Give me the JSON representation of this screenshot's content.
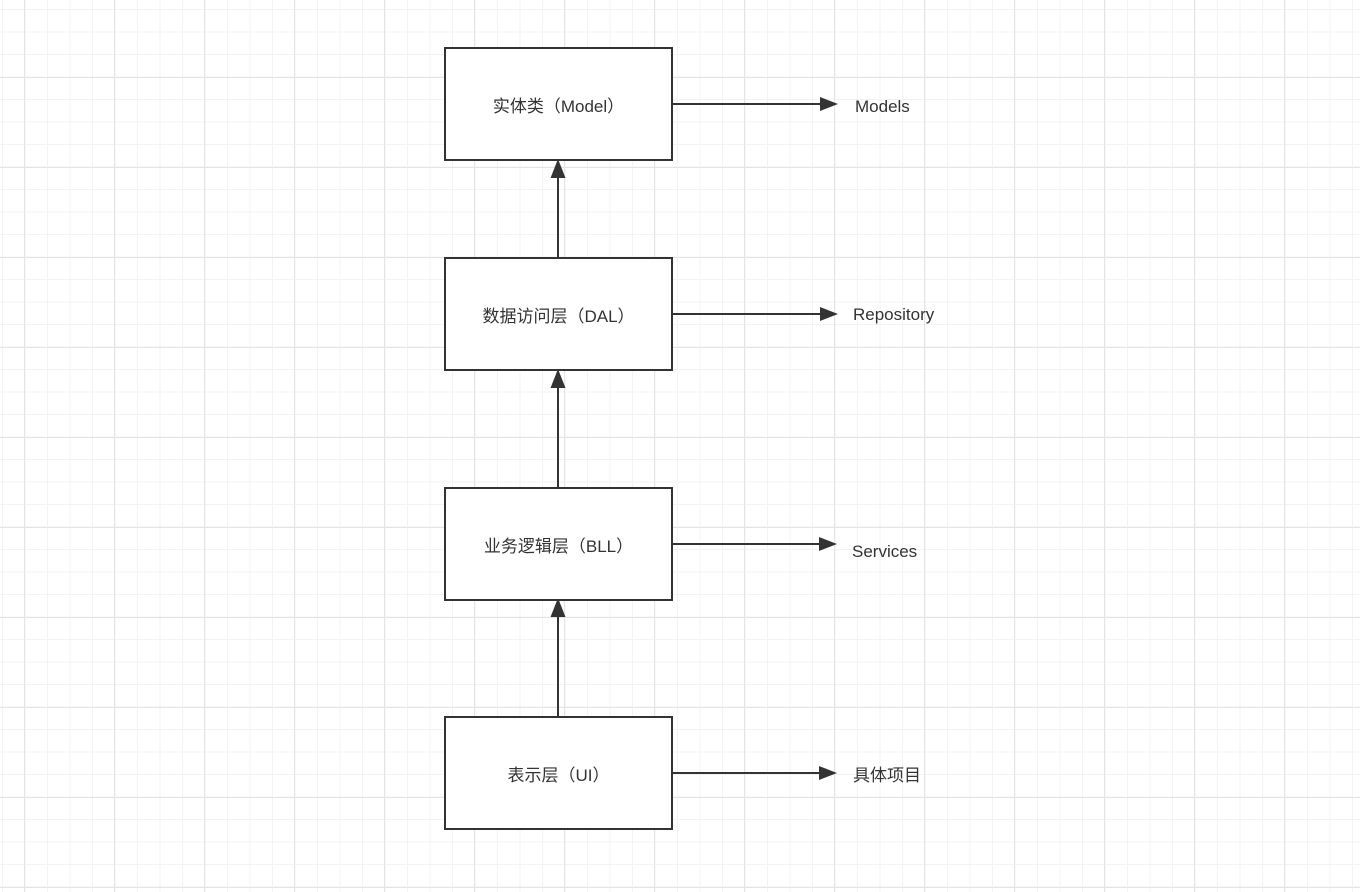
{
  "diagram": {
    "title": "layered-architecture-diagram",
    "layers": [
      {
        "id": "model",
        "box_label": "实体类（Model）",
        "side_label": "Models"
      },
      {
        "id": "dal",
        "box_label": "数据访问层（DAL）",
        "side_label": "Repository"
      },
      {
        "id": "bll",
        "box_label": "业务逻辑层（BLL）",
        "side_label": "Services"
      },
      {
        "id": "ui",
        "box_label": "表示层（UI）",
        "side_label": "具体项目"
      }
    ],
    "connections": [
      {
        "from": "ui",
        "to": "bll",
        "direction": "up"
      },
      {
        "from": "bll",
        "to": "dal",
        "direction": "up"
      },
      {
        "from": "dal",
        "to": "model",
        "direction": "up"
      },
      {
        "from": "model",
        "to": "Models",
        "direction": "right"
      },
      {
        "from": "dal",
        "to": "Repository",
        "direction": "right"
      },
      {
        "from": "bll",
        "to": "Services",
        "direction": "right"
      },
      {
        "from": "ui",
        "to": "具体项目",
        "direction": "right"
      }
    ],
    "colors": {
      "stroke": "#333333",
      "text": "#333333",
      "box_fill": "#ffffff",
      "canvas_bg": "#ffffff",
      "grid_minor": "#f3f3f5",
      "grid_major": "#e4e4e7"
    }
  }
}
